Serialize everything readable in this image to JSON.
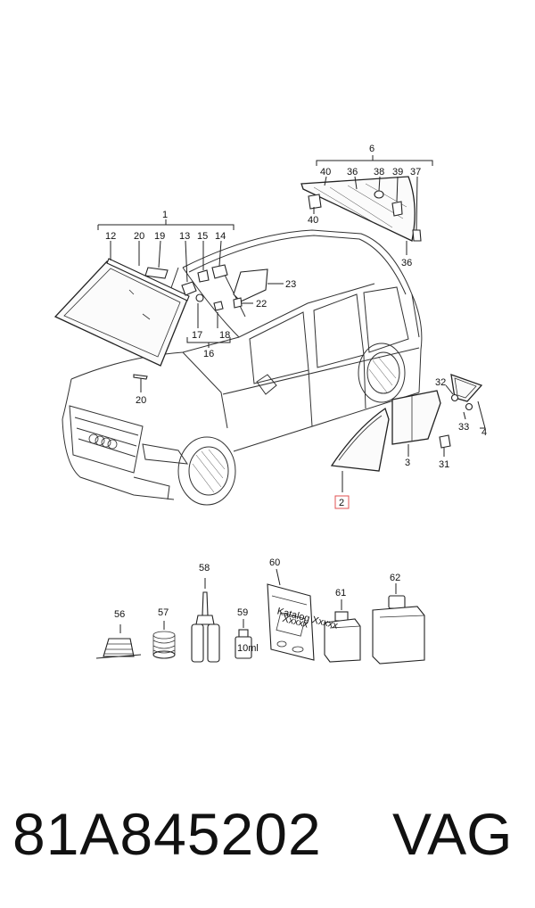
{
  "callouts": {
    "c1": "1",
    "c2": "2",
    "c3": "3",
    "c4": "4",
    "c6": "6",
    "c12": "12",
    "c13": "13",
    "c14": "14",
    "c15": "15",
    "c16": "16",
    "c17": "17",
    "c18": "18",
    "c19": "19",
    "c20a": "20",
    "c20b": "20",
    "c22": "22",
    "c23": "23",
    "c31": "31",
    "c32": "32",
    "c33": "33",
    "c36a": "36",
    "c36b": "36",
    "c37": "37",
    "c38": "38",
    "c39": "39",
    "c40a": "40",
    "c40b": "40",
    "c56": "56",
    "c57": "57",
    "c58": "58",
    "c59": "59",
    "c60": "60",
    "c61": "61",
    "c62": "62"
  },
  "package_text": {
    "line1": "Katalog Xxxxx",
    "line2": "Xxxxx"
  },
  "bottle_text": "10ml",
  "caption": {
    "part_number": "81A845202",
    "brand": "VAG"
  },
  "colors": {
    "highlight_box": "#e05050"
  }
}
